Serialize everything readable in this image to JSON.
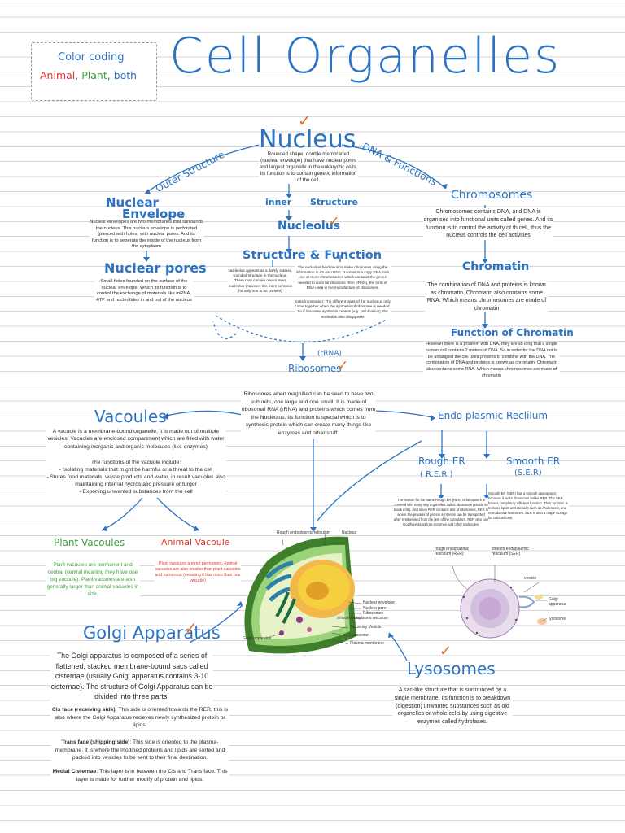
{
  "title": "Cell Organelles",
  "legend": {
    "heading": "Color coding",
    "animal": "Animal",
    "sep1": ",",
    "plant": "Plant",
    "sep2": ",",
    "both": "both"
  },
  "nucleus": {
    "heading": "Nucleus",
    "text": "Rounded shape, double membraned (nuclear envelope) that have nuclear pores and largest organelle in the eukaryotic cells. Its function is to contain genetic information of the cell.",
    "outer_label": "Outer Structure",
    "dna_label": "DNA & Functions",
    "inner_label": "inner",
    "structure_label": "Structure"
  },
  "nuclear_envelope": {
    "heading_line1": "Nuclear",
    "heading_line2": "Envelope",
    "text": "Nuclear envelopes are two membranes that surrounds the nucleus. This nucleus envelope is perforated (pierced with holes) with nuclear pores. And its function is to seperate the inside of the nucleus from the cytoplasm"
  },
  "nuclear_pores": {
    "heading": "Nuclear pores",
    "text": "Small holes founded on the surface of the nuclear envelope. Which its function is to control the exchange of materials like mRNA, ATP and nucleotides in and out of the nucleus"
  },
  "nucleolus": {
    "heading": "Nucleolus",
    "sub_heading": "Structure & Function",
    "text_left": "Nucleolus appears as a darkly stained, rounded structure in the nucleus. There may contain one or more nucleolus (however it is more common for only one to be present)",
    "text_right": "The nucleolus function is to make ribosomes using the information in it's own DNA. It contains a copy DNA from one or more chromosomes which contains the genes needed to code for ribosome RNA (rRNA), the form of RNA used in the manufacture of ribosomes.",
    "extra": "Extra information: The different parts of the nucleolus only come together when the synthesis of ribosome is needed. So if ribosome synthesis ceases (e.g. cell division), the nucleolus also disappears"
  },
  "chromosomes": {
    "heading": "Chromosomes",
    "text": "Chromosomes contains DNA, and DNA is organised into functional units called genes. And its function is to control the activity of th cell, thus the nucleus controls the cell activities"
  },
  "chromatin": {
    "heading": "Chromatin",
    "text": "The combination of DNA and proteins is known as chromatin. Chromatin also contains some RNA. Which means chromosomes are made of chromatin",
    "function_heading": "Function of Chromatin",
    "function_text": "However there is a problem with DNA, they are so long that a single human cell contains 2 meters of DNA. So in order for the DNA not to be untangled the cell uses proteins to combine with the DNA. The combination of DNA and proteins is known as chromatin. Chromatin also contains some RNA. Which means chromosomes are made of chromatin"
  },
  "ribosomes": {
    "rrna": "(rRNA)",
    "heading": "Ribosomes",
    "text": "Ribosomes when magnified can be seen to have two subunits, one large and one small. It is made of ribosomal RNA (rRNA) and proteins which comes from the Nucleolus. Its function is special which is to synthesis protein which can create many things like enzymes and other stuff."
  },
  "vacuoles": {
    "heading": "Vacoules",
    "text": "A vacuole is a membrane-bound organelle, it is made out of multiple vesicles. Vacuoles are enclosed compartment which are filled with water containing inorganic and organic molecules (like enzymes)",
    "functions_title": "The functions of the vacuole include:",
    "functions": [
      "- Isolating materials that might be harmful or a threat to the cell",
      "- Stores food materials, waste products and water, in result vacuoles also maintaining internal hydrostatic pressure or turgor",
      "- Exporting unwanted substances from the cell"
    ],
    "plant_heading": "Plant Vacoules",
    "plant_text": "Plant vacoules are permanent and central (central meaning they have one big vacoule). Plant vacuoles are also generally larger than animal vacuoles in size.",
    "animal_heading": "Animal Vacoule",
    "animal_text": "Plant vacoules are not permanent. Animal vacuoles are also smaller than plant vacuoles and numerous (meaning it has more than one vacuole)"
  },
  "er": {
    "heading": "Endo plasmic Reclilum",
    "rough_heading": "Rough ER",
    "rough_abbr": "( R.E.R )",
    "rough_text": "The reason for the name Rough ER (RER) is because it is covered with many tiny organelles called ribosomes (visible as black dots). And since RER contains alot of ribosomes, RER is where the process of protein synthesis can be transported after synthesised from the rest of the cytoplasm. RER also can modify proteins into enzymes and other molecules.",
    "smooth_heading": "Smooth ER",
    "smooth_abbr": "(S.E.R)",
    "smooth_text": "Smooth ER (SER) has a smooth appearance because it lacks ribosomes unlike RER. The SER have a completely different function. Their function is to make lipids and steroids such as cholesterol, and reproductive hormones. SER is also a major storage for calcium ions."
  },
  "golgi": {
    "heading": "Golgi Apparatus",
    "intro": "The Golgi apparatus is composed of a series of flattened, stacked membrane-bound sacs called cisternae (usually Golgi apparatus contains 3-10 cisternae). The structure of Golgi Apparatus can be divided into three parts:",
    "cis_label": "Cis face (receiving side)",
    "cis_text": ": This side is oriented towards the RER, this is also where the Golgi Apparatus recieves newly synthesized protein or lipids.",
    "trans_label": "Trans face (shipping side)",
    "trans_text": ": This side is oriented to the plasma-membrane. It is where the modified proteins and lipids are sorted and packed into vesicles to be sent to their final destination.",
    "medial_label": "Medial Cisternae",
    "medial_text": ": This layer is in between the Cis and Trans face. This layer is made for further modify of protein and lipids."
  },
  "lysosomes": {
    "heading": "Lysosomes",
    "text": "A sac-like structure that is surrounded by a single membrane. Its function is to breakdown (digestion) unwanted substances such as old organelles or whole cells by using digestive enzymes called hydrolases."
  },
  "cell_diagram": {
    "labels": [
      "Rough endoplasmic reticulum",
      "Nucleus",
      "Nuclear envelope",
      "Nuclear pore",
      "Ribosomes",
      "Smooth endoplasmic reticulum",
      "Secretory Vesicle",
      "Lysosome",
      "Plasma membrane",
      "Golgi apparatus"
    ]
  },
  "er_diagram": {
    "labels": [
      "rough endoplasmic reticulum (RER)",
      "smooth endoplasmic reticulum (SER)",
      "vesicle",
      "Golgi apparatus",
      "lysosome"
    ]
  },
  "colors": {
    "blue": "#2b72c2",
    "green": "#3aa13a",
    "red": "#e1352a",
    "orange": "#e86a1f",
    "text": "#2a2a2a"
  }
}
